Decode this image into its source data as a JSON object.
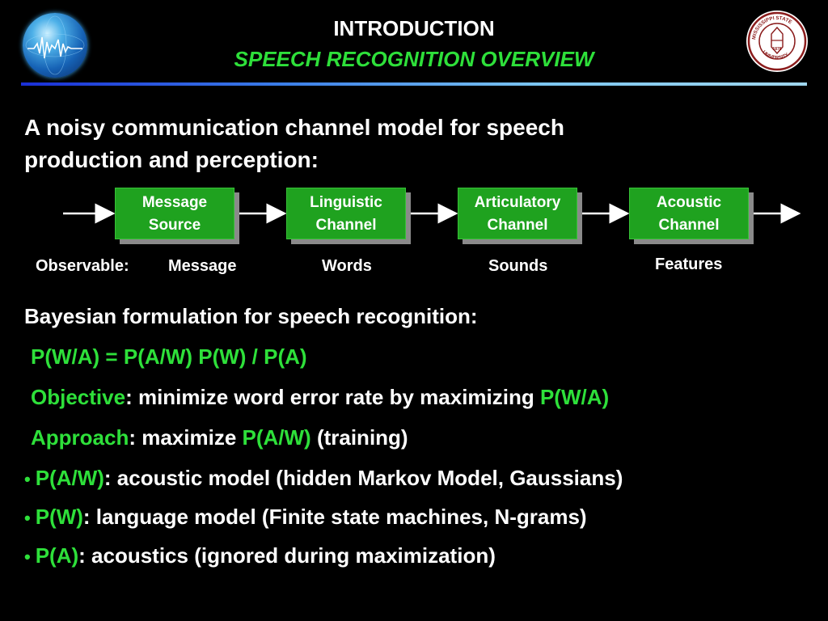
{
  "header": {
    "title": "INTRODUCTION",
    "subtitle": "SPEECH RECOGNITION OVERVIEW"
  },
  "logos": {
    "left": "globe-logo",
    "right": "mississippi-state-university-seal",
    "seal_text": "MISSISSIPPI STATE UNIVERSITY",
    "seal_year": "1878"
  },
  "intro": {
    "line1": "A noisy communication channel model for speech",
    "line2": "production and perception:"
  },
  "diagram": {
    "boxes": [
      {
        "line1": "Message",
        "line2": "Source"
      },
      {
        "line1": "Linguistic",
        "line2": "Channel"
      },
      {
        "line1": "Articulatory",
        "line2": "Channel"
      },
      {
        "line1": "Acoustic",
        "line2": "Channel"
      }
    ],
    "observable_label": "Observable:",
    "observables": [
      "Message",
      "Words",
      "Sounds",
      "Features"
    ]
  },
  "bayes": {
    "heading": "Bayesian formulation for speech recognition:",
    "formula": "P(W/A) = P(A/W) P(W) / P(A)",
    "objective_label": "Objective",
    "objective_text": ": minimize word error rate by maximizing ",
    "objective_term": "P(W/A)",
    "approach_label": "Approach",
    "approach_text": ": maximize ",
    "approach_term": "P(A/W)",
    "approach_suffix": " (training)",
    "bullets": [
      {
        "term": "P(A/W)",
        "text": ": acoustic model (hidden Markov Model, Gaussians)"
      },
      {
        "term": "P(W)",
        "text": ": language model (Finite state machines, N-grams)"
      },
      {
        "term": "P(A)",
        "text": ": acoustics (ignored during maximization)"
      }
    ]
  },
  "colors": {
    "accent_green": "#2ee03a",
    "box_green": "#1fa21f",
    "background": "#000000"
  }
}
